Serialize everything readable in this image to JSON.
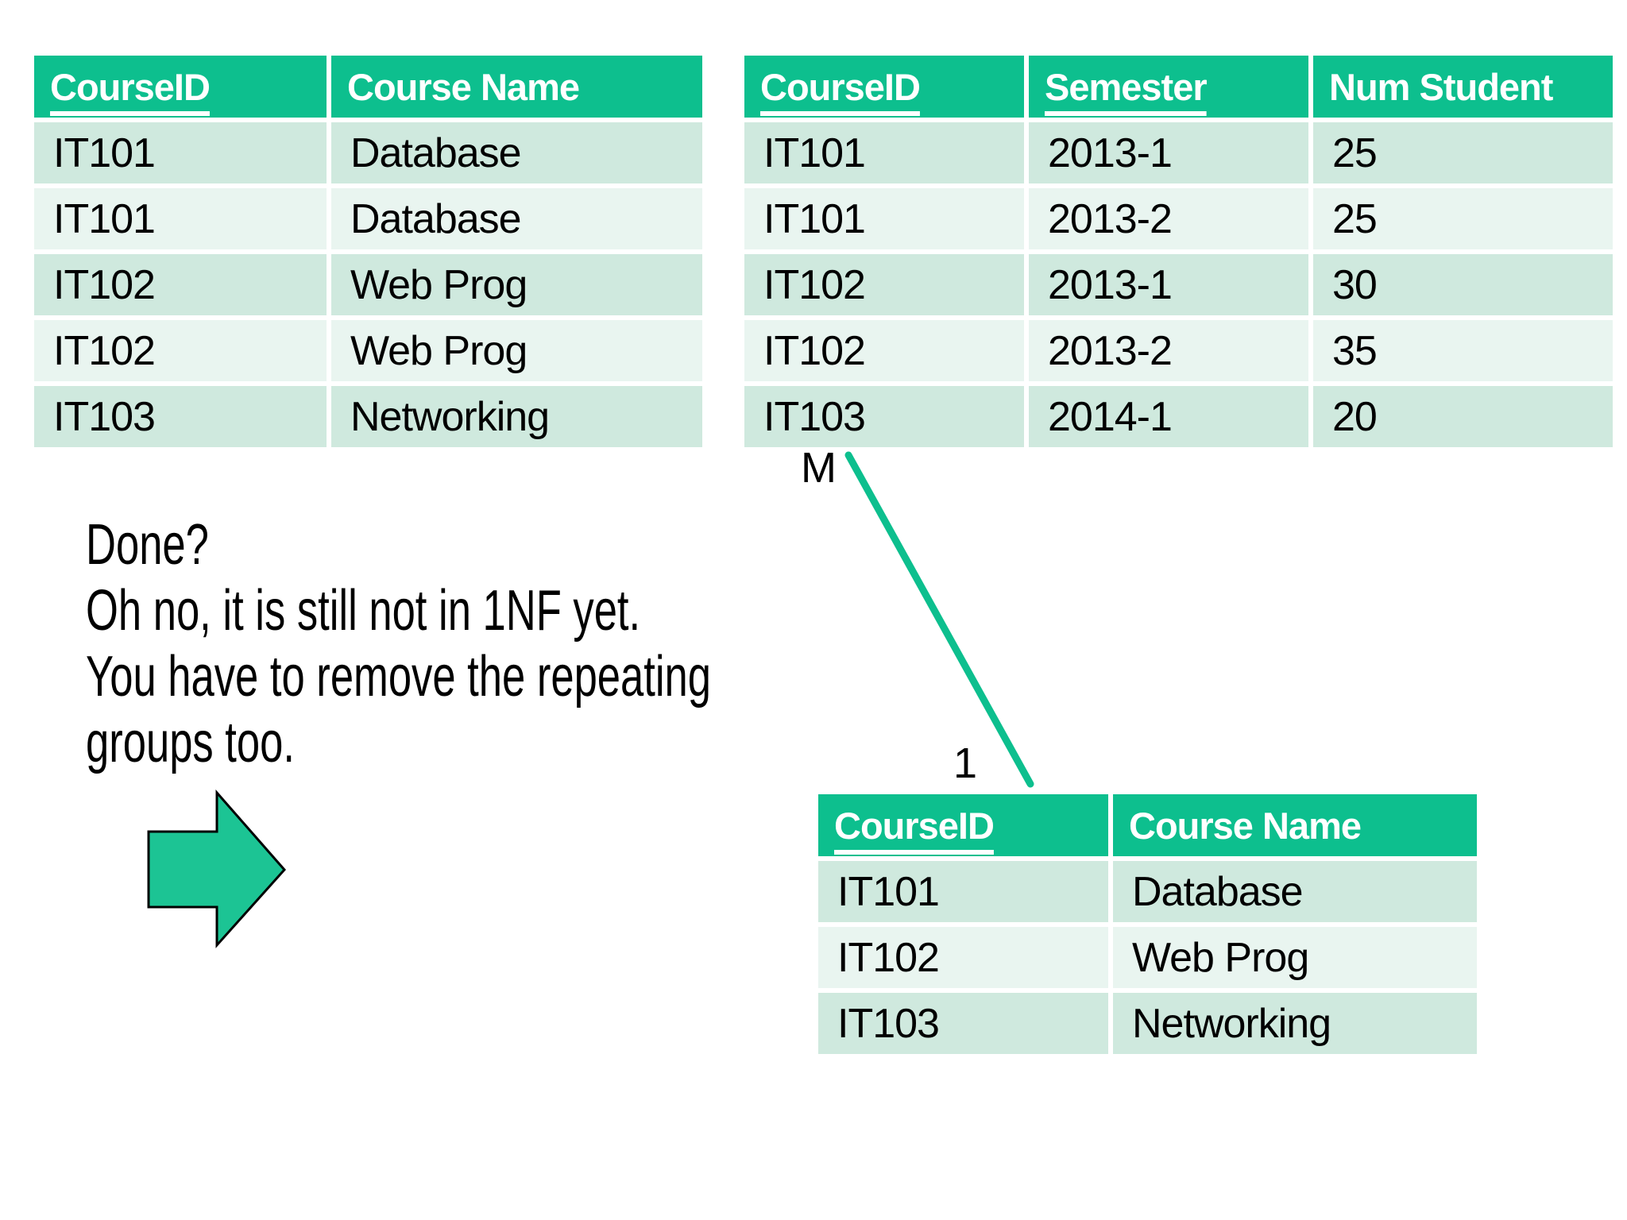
{
  "theme": {
    "accent_green": "#0DBF8E",
    "arrow_fill": "#1CC494",
    "row_dark": "#CFE9DE",
    "row_light": "#E9F5F0",
    "header_text_color": "#FFFFFF",
    "body_text_color": "#000000",
    "background": "#FFFFFF"
  },
  "tables": [
    {
      "id": "course-unnormalized",
      "columns": [
        {
          "label": "CourseID",
          "primary_key": true
        },
        {
          "label": "Course Name",
          "primary_key": false
        }
      ],
      "rows": [
        [
          "IT101",
          "Database"
        ],
        [
          "IT101",
          "Database"
        ],
        [
          "IT102",
          "Web Prog"
        ],
        [
          "IT102",
          "Web Prog"
        ],
        [
          "IT103",
          "Networking"
        ]
      ]
    },
    {
      "id": "course-semester",
      "columns": [
        {
          "label": "CourseID",
          "primary_key": true
        },
        {
          "label": "Semester",
          "primary_key": true
        },
        {
          "label": "Num Student",
          "primary_key": false
        }
      ],
      "rows": [
        [
          "IT101",
          "2013-1",
          "25"
        ],
        [
          "IT101",
          "2013-2",
          "25"
        ],
        [
          "IT102",
          "2013-1",
          "30"
        ],
        [
          "IT102",
          "2013-2",
          "35"
        ],
        [
          "IT103",
          "2014-1",
          "20"
        ]
      ]
    },
    {
      "id": "course-1nf",
      "columns": [
        {
          "label": "CourseID",
          "primary_key": true
        },
        {
          "label": "Course Name",
          "primary_key": false
        }
      ],
      "rows": [
        [
          "IT101",
          "Database"
        ],
        [
          "IT102",
          "Web Prog"
        ],
        [
          "IT103",
          "Networking"
        ]
      ]
    }
  ],
  "annotation": {
    "lines": [
      "Done?",
      "Oh no, it is still not in 1NF yet.",
      "You have to remove the repeating",
      "groups too."
    ]
  },
  "relationship": {
    "many_label": "M",
    "one_label": "1"
  },
  "icons": {
    "arrow": "right-block-arrow"
  }
}
